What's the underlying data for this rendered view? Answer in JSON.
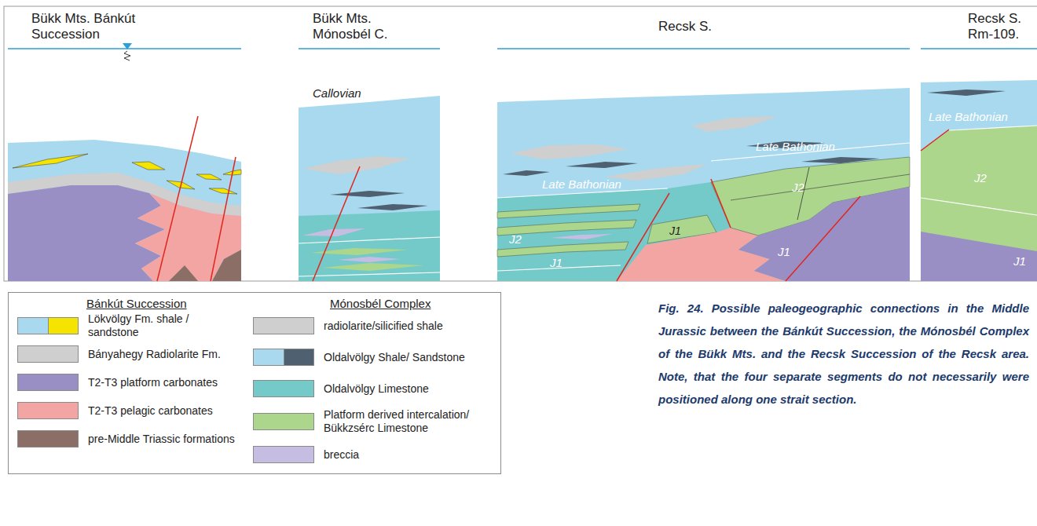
{
  "diagram": {
    "caption": "Fig. 24. Possible paleogeographic connections in the Middle Jurassic between the Bánkút Succession, the Mónosbél Complex of the Bükk Mts. and the Recsk Succession of the Recsk area. Note, that the four separate segments do not necessarily were positioned along one strait section.",
    "labels": [
      "Bükk Mts. Bánkút Succession",
      "Bükk Mts. Mónosbél C.",
      "Recsk S.",
      "Recsk S. Rm-109.",
      "Callovian",
      "Late Bathonian",
      "Late Bathonian",
      "J1",
      "J2",
      "J1",
      "J2",
      "J1",
      "Late Bathonian",
      "J2",
      "J1",
      "Bánkút Succession",
      "Mónosbél Complex"
    ],
    "legend": [
      {
        "text": "Lökvölgy Fm. shale / sandstone",
        "color": "#a9d9ee"
      },
      {
        "text": "Bányahegy Radiolarite Fm.",
        "color": "#cfcfcf"
      },
      {
        "text": "T2-T3 platform carbonates",
        "color": "#9a8fc4"
      },
      {
        "text": "T2-T3 pelagic carbonates",
        "color": "#f3a5a4"
      },
      {
        "text": "pre-Middle Triassic formations",
        "color": "#8b6f67"
      },
      {
        "text": "radiolarite/silicified shale",
        "color": "#cfcfcf"
      },
      {
        "text": "Oldalvölgy Shale/ Sandstone",
        "color": "#a9d9ee"
      },
      {
        "text": "Oldalvölgy Limestone",
        "color": "#74c9c9"
      },
      {
        "text": "Platform derived intercalation/ Bükkzsérc Limestone",
        "color": "#acd68c"
      },
      {
        "text": "breccia",
        "color": "#c5bde2"
      }
    ]
  }
}
